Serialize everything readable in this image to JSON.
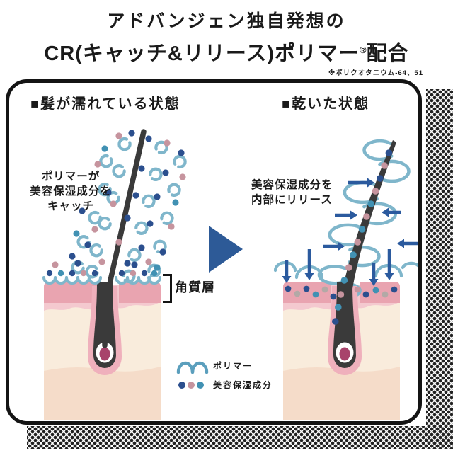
{
  "title": {
    "line1": "アドバンジェン独自発想の",
    "line2_main": "CR(キャッチ&リリース)ポリマー",
    "registered": "®",
    "line2_suffix": "配合",
    "footnote": "※ポリクオタニウム-64、51"
  },
  "panel": {
    "left_heading": "■髪が濡れている状態",
    "right_heading": "■乾いた状態",
    "catch_lines": [
      "ポリマーが",
      "美容保湿成分を",
      "キャッチ"
    ],
    "release_lines": [
      "美容保湿成分を",
      "内部にリリース"
    ],
    "corneum_label": "角質層"
  },
  "legend": {
    "polymer": "ポリマー",
    "moisture": "美容保湿成分"
  },
  "icons": {
    "polymer": "polymer-curl-icon",
    "moisture": "moisture-dots-icon",
    "transition": "right-triangle-arrow-icon"
  },
  "colors": {
    "polymer": "#7fb6cb",
    "legend_arc": "#5b9fbd",
    "dot_navy": "#2b4f8e",
    "dot_pink": "#c6949e",
    "dot_teal": "#4191b3",
    "dot_gray": "#b3a9a6",
    "arrow": "#2b5a9e",
    "triangle": "#2d5a97",
    "skin_pink": "#e9a4b0",
    "skin_pink_light": "#f4c9cf",
    "skin_cream": "#f9ecdc",
    "skin_peach": "#f5dcc9",
    "follicle_pink": "#efb0bc",
    "hair": "#3a3a3a",
    "papilla": "#a8436b"
  }
}
